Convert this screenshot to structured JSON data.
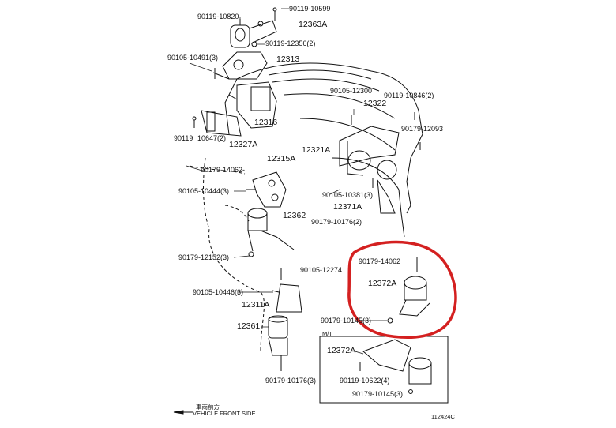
{
  "labels": {
    "p90119_10599": "90119-10599",
    "p90119_10820": "90119-10820",
    "p12363A": "12363A",
    "p90119_12356": "90119-12356(2)",
    "p90105_10491": "90105-10491(3)",
    "p12313": "12313",
    "p90105_12300": "90105-12300",
    "p90119_10846": "90119-10846(2)",
    "p12322": "12322",
    "p12316": "12316",
    "p90179_12093": "90179-12093",
    "p90119_10647_a": "90119",
    "p90119_10647_b": "10647(2)",
    "p12327A": "12327A",
    "p12321A": "12321A",
    "p12315A": "12315A",
    "p90179_14062_top": "90179-14062-",
    "p90105_10444": "90105-10444(3)",
    "p90105_10381": "90105-10381(3)",
    "p12371A": "12371A",
    "p12362": "12362",
    "p90179_10176_top": "90179-10176(2)",
    "p90179_12152": "90179-12152(3)",
    "p90179_14062_mid": "90179-14062",
    "p90105_12274": "90105-12274",
    "p12372A": "12372A",
    "p90105_10446": "90105-10446(3)",
    "p12311A": "12311A",
    "p90179_10145_mid": "90179-10145(3)",
    "p12361": "12361",
    "p_mt": "M/T",
    "p12372A_box": "12372A",
    "p90119_10622": "90119-10622(4)",
    "p90179_10145_box": "90179-10145(3)",
    "p90179_10176_bot": "90179-10176(3)",
    "p_vehicle_jp": "車両前方",
    "p_vehicle_en": "VEHICLE FRONT SIDE",
    "p_code": "112424C"
  },
  "colors": {
    "line": "#111111",
    "highlight": "#d42020",
    "background": "#ffffff"
  }
}
